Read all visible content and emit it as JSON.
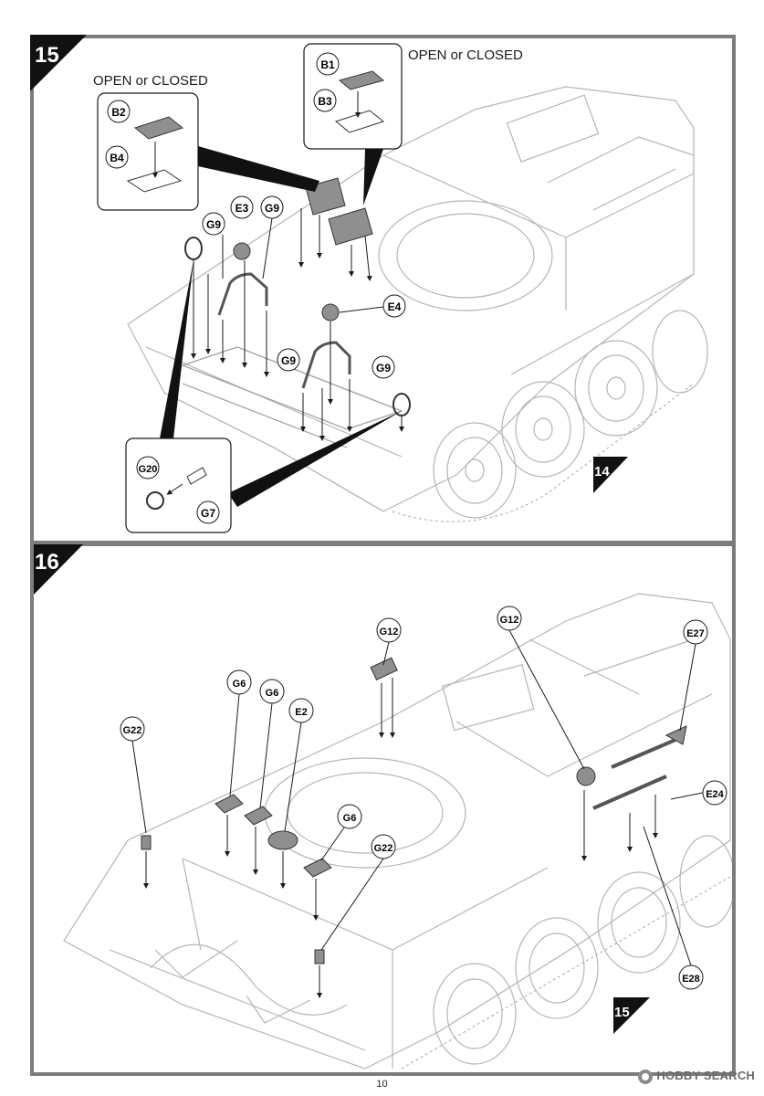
{
  "page": {
    "number": "10"
  },
  "watermark": {
    "text": "HOBBY SEARCH"
  },
  "steps": [
    {
      "number": "15",
      "next_ref": "14"
    },
    {
      "number": "16",
      "next_ref": "15"
    }
  ],
  "step15": {
    "callout_left": {
      "title": "OPEN or CLOSED",
      "parts": [
        "B2",
        "B4"
      ]
    },
    "callout_right": {
      "title": "OPEN or CLOSED",
      "parts": [
        "B1",
        "B3"
      ]
    },
    "callout_bottom": {
      "parts": [
        "G20",
        "G7"
      ]
    },
    "labels": [
      "G9",
      "E3",
      "G9",
      "E4",
      "G9",
      "G9"
    ]
  },
  "step16": {
    "labels": [
      "G12",
      "G12",
      "E27",
      "G6",
      "G6",
      "E2",
      "G22",
      "G6",
      "G22",
      "E24",
      "E28"
    ]
  },
  "colors": {
    "frame": "#7c7c7c",
    "ink": "#1a1a1a",
    "part_fill": "#8f8f8f",
    "line": "#b5b5b5"
  }
}
